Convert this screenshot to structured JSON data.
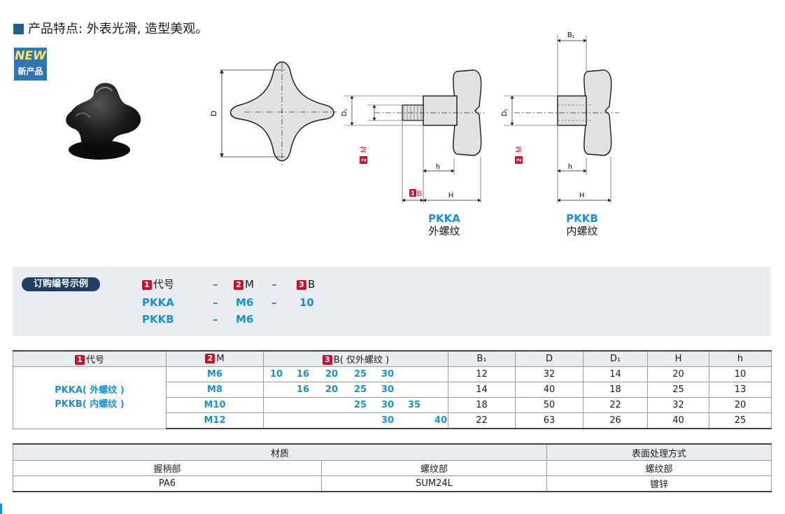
{
  "header": {
    "title": "产品特点: 外表光滑, 造型美观。"
  },
  "badge": {
    "new": "NEW",
    "sub": "新产品"
  },
  "drawing": {
    "front": {
      "d_label": "D"
    },
    "pkka": {
      "code": "PKKA",
      "thread": "外螺纹",
      "d1_label": "D₁",
      "m_label": "M",
      "m_num": "2",
      "b_label": "B",
      "b_num": "3",
      "h_small": "h",
      "h_big": "H"
    },
    "pkkb": {
      "code": "PKKB",
      "thread": "内螺纹",
      "b1_label": "B₁",
      "d1_label": "D₁",
      "m_label": "M",
      "m_num": "2",
      "h_small": "h",
      "h_big": "H"
    }
  },
  "order": {
    "label": "订购编号示例",
    "head": {
      "n1": "1",
      "code": "代号",
      "dash": "–",
      "n2": "2",
      "m": "M",
      "n3": "3",
      "b": "B"
    },
    "rows": [
      {
        "code": "PKKA",
        "dash1": "–",
        "m": "M6",
        "dash2": "–",
        "b": "10"
      },
      {
        "code": "PKKB",
        "dash1": "–",
        "m": "M6"
      }
    ]
  },
  "spec": {
    "headers": {
      "n1": "1",
      "code": "代号",
      "n2": "2",
      "m": "M",
      "n3": "3",
      "b": "B( 仅外螺纹 )",
      "b1": "B₁",
      "d": "D",
      "d1": "D₁",
      "h_big": "H",
      "h_small": "h"
    },
    "codes": [
      "PKKA( 外螺纹 )",
      "PKKB( 内螺纹 )"
    ],
    "rows": [
      {
        "m": "M6",
        "b": [
          "10",
          "16",
          "20",
          "25",
          "30",
          "",
          "",
          ""
        ],
        "b1": "12",
        "d": "32",
        "d1": "14",
        "h_big": "20",
        "h_small": "10"
      },
      {
        "m": "M8",
        "b": [
          "",
          "16",
          "20",
          "25",
          "30",
          "",
          "",
          ""
        ],
        "b1": "14",
        "d": "40",
        "d1": "18",
        "h_big": "25",
        "h_small": "13"
      },
      {
        "m": "M10",
        "b": [
          "",
          "",
          "",
          "25",
          "30",
          "35",
          "",
          ""
        ],
        "b1": "18",
        "d": "50",
        "d1": "22",
        "h_big": "32",
        "h_small": "20"
      },
      {
        "m": "M12",
        "b": [
          "",
          "",
          "",
          "",
          "30",
          "",
          "",
          "40"
        ],
        "b1": "22",
        "d": "63",
        "d1": "26",
        "h_big": "40",
        "h_small": "25"
      }
    ]
  },
  "material": {
    "head_material": "材质",
    "head_surface": "表面处理方式",
    "sub": {
      "grip": "握柄部",
      "thread": "螺纹部",
      "surface_thread": "螺纹部"
    },
    "values": {
      "grip": "PA6",
      "thread": "SUM24L",
      "surface": "镀锌"
    }
  }
}
